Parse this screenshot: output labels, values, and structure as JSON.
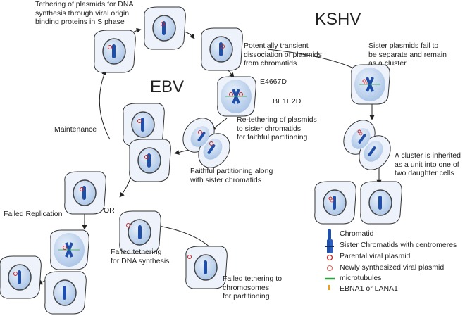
{
  "titles": {
    "ebv": "EBV",
    "kshv": "KSHV"
  },
  "labels": {
    "tethering": "Tethering of plasmids for DNA\nsynthesis through viral origin\nbinding proteins in S phase",
    "transient": "Potentially transient\ndissociation of plasmids\nfrom chromatids",
    "e4667d": "E4667D",
    "be1e2d": "BE1E2D",
    "retether": "Re-tethering of plasmids\nto sister chromatids\nfor faithful partitioning",
    "faithful": "Faithful partitioning along\nwith sister chromatids",
    "maintenance": "Maintenance",
    "failed_replication": "Failed Replication",
    "or": "OR",
    "failed_tethering_dna": "Failed tethering\nfor DNA synthesis",
    "failed_tethering_chrom": "Failed tethering to\nchromosomes\nfor partitioning",
    "kshv_fail": "Sister plasmids fail to\nbe separate and remain\nas a cluster",
    "kshv_inherit": "A cluster is inherited\nas a unit into one of\ntwo daughter cells"
  },
  "legend": [
    {
      "label": "Chromatid",
      "icon": "chromatid-icon"
    },
    {
      "label": "Sister Chromatids with centromeres",
      "icon": "sister-chromatids-icon"
    },
    {
      "label": "Parental viral plasmid",
      "icon": "parental-plasmid-icon"
    },
    {
      "label": "Newly synthesized viral plasmid",
      "icon": "new-plasmid-icon"
    },
    {
      "label": "microtubules",
      "icon": "microtubule-icon"
    },
    {
      "label": "EBNA1 or LANA1",
      "icon": "ebna-lana-icon"
    }
  ],
  "colors": {
    "chromatid": "#1f4fa8",
    "parental_plasmid": "#cc2222",
    "new_plasmid": "#e06060",
    "microtubule": "#2e9e3e",
    "ebna_lana": "#e8a020",
    "cell_fill": "#eef3fb",
    "nucleus_fill": "#c6d8ee",
    "outline": "#333333"
  }
}
